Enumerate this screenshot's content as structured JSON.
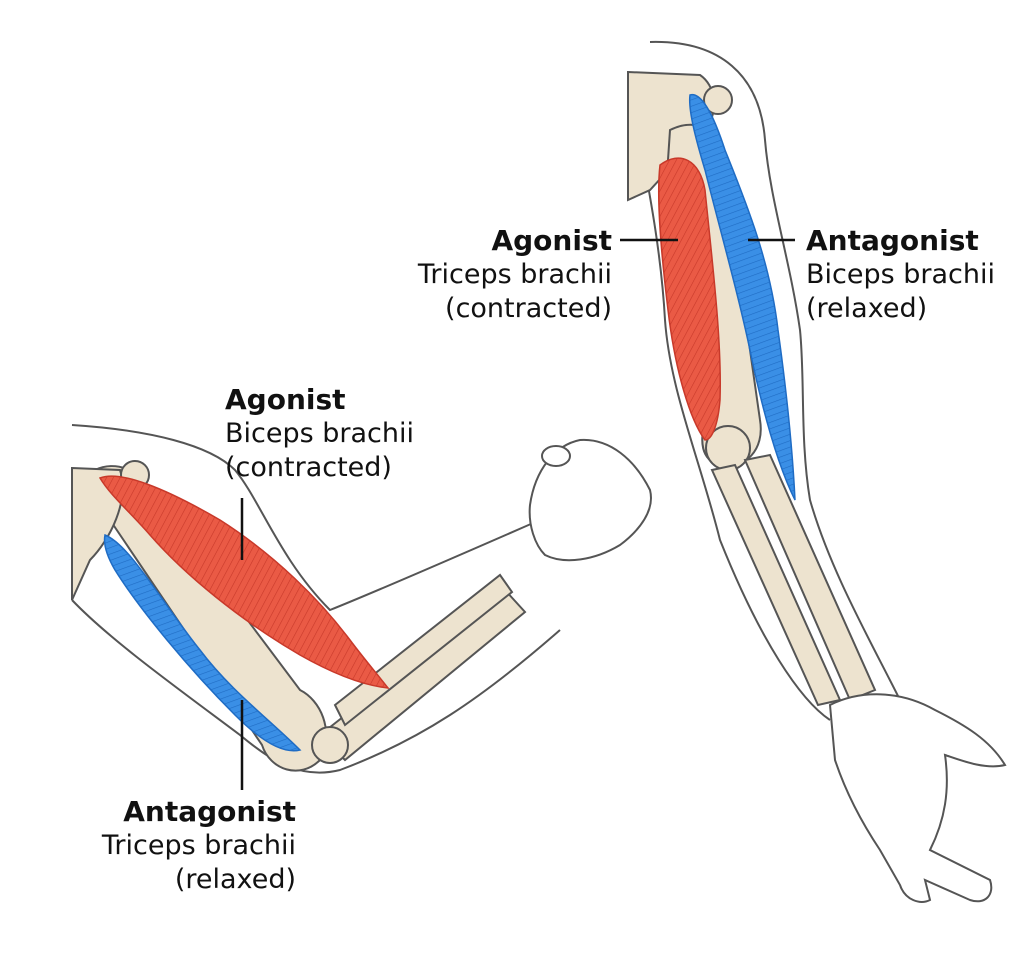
{
  "colors": {
    "agonist": "#e8503a",
    "antagonist": "#2f86e0",
    "bone": "#ede3cf",
    "outline": "#444444"
  },
  "bent_arm": {
    "agonist": {
      "title": "Agonist",
      "muscle": "Biceps brachii",
      "state": "(contracted)"
    },
    "antagonist": {
      "title": "Antagonist",
      "muscle": "Triceps brachii",
      "state": "(relaxed)"
    }
  },
  "straight_arm": {
    "agonist": {
      "title": "Agonist",
      "muscle": "Triceps brachii",
      "state": "(contracted)"
    },
    "antagonist": {
      "title": "Antagonist",
      "muscle": "Biceps brachii",
      "state": "(relaxed)"
    }
  }
}
